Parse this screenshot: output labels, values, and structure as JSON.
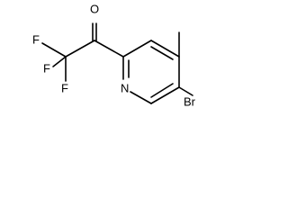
{
  "molecule": {
    "atoms": {
      "oxygen": "O",
      "fluorine_1": "F",
      "fluorine_2": "F",
      "fluorine_3": "F",
      "nitrogen": "N",
      "bromine": "Br"
    }
  }
}
